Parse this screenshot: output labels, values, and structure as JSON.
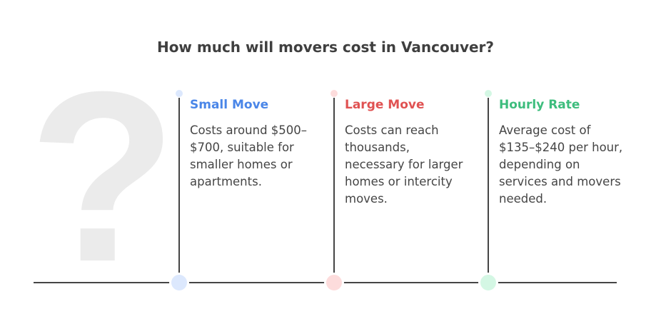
{
  "title": "How much will movers cost in Vancouver?",
  "decoration": "?",
  "items": [
    {
      "heading": "Small Move",
      "text": "Costs around $500–$700, suitable for smaller homes or apartments.",
      "color": "#4a86e8",
      "dot": "#dce8fd"
    },
    {
      "heading": "Large Move",
      "text": "Costs can reach thousands, necessary for larger homes or intercity moves.",
      "color": "#e05252",
      "dot": "#fddcdc"
    },
    {
      "heading": "Hourly Rate",
      "text": "Average cost of $135–$240 per hour, depending on services and movers needed.",
      "color": "#3dbd7d",
      "dot": "#d4f7e4"
    }
  ]
}
